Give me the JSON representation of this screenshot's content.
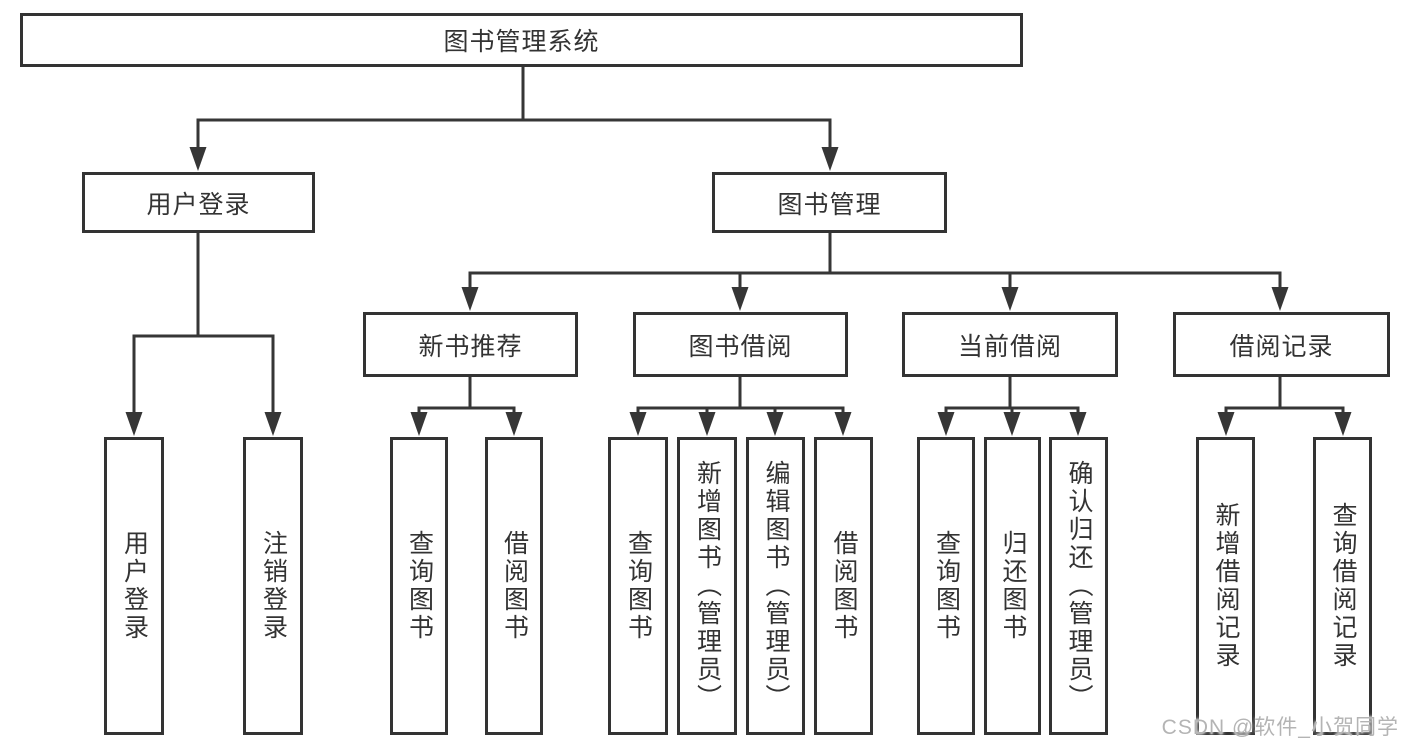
{
  "diagram": {
    "root": {
      "label": "图书管理系统",
      "children": [
        {
          "label": "用户登录",
          "children": [
            {
              "label": "用户登录"
            },
            {
              "label": "注销登录"
            }
          ]
        },
        {
          "label": "图书管理",
          "children": [
            {
              "label": "新书推荐",
              "children": [
                {
                  "label": "查询图书"
                },
                {
                  "label": "借阅图书"
                }
              ]
            },
            {
              "label": "图书借阅",
              "children": [
                {
                  "label": "查询图书"
                },
                {
                  "label": "新增图书（管理员）"
                },
                {
                  "label": "编辑图书（管理员）"
                },
                {
                  "label": "借阅图书"
                }
              ]
            },
            {
              "label": "当前借阅",
              "children": [
                {
                  "label": "查询图书"
                },
                {
                  "label": "归还图书"
                },
                {
                  "label": "确认归还（管理员）"
                }
              ]
            },
            {
              "label": "借阅记录",
              "children": [
                {
                  "label": "新增借阅记录"
                },
                {
                  "label": "查询借阅记录"
                }
              ]
            }
          ]
        }
      ]
    },
    "colors": {
      "line": "#363636",
      "border": "#333333",
      "text": "#333333",
      "watermark": "#b4b4b4",
      "background": "#ffffff"
    }
  },
  "watermark": "CSDN @软件_小贺同学"
}
